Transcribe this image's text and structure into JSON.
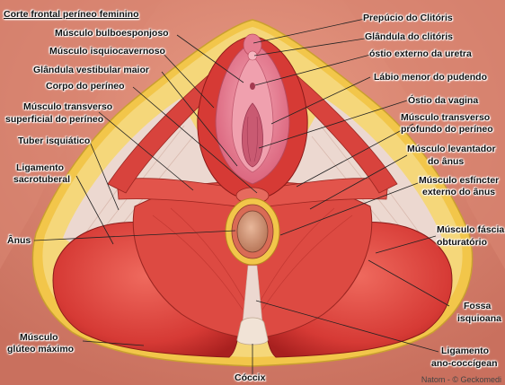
{
  "title": "Corte frontal períneo feminino",
  "credit": "Natom - © Geckomedi",
  "labels": {
    "prepucio": "Prepúcio do Clitóris",
    "glandula_clitoris": "Glândula do clitóris",
    "ostio_uretra": "óstio externo da uretra",
    "labio_menor": "Lábio menor do pudendo",
    "ostio_vagina": "Óstio da vagina",
    "transverso_profundo_1": "Músculo transverso",
    "transverso_profundo_2": "profundo do períneo",
    "levantador_1": "Músculo levantador",
    "levantador_2": "do ânus",
    "esfincter_1": "Músculo esfíncter",
    "esfincter_2": "externo do ânus",
    "fascia_1": "Músculo fáscia",
    "fascia_2": "obturatório",
    "fossa_1": "Fossa",
    "fossa_2": "isquioana",
    "ano_coccigeo_1": "Ligamento",
    "ano_coccigeo_2": "ano-coccígean",
    "coccix": "Cóccix",
    "bulboesponjoso": "Músculo bulboesponjoso",
    "isquiocavernoso": "Músculo isquiocavernoso",
    "vestibular": "Glândula vestibular maior",
    "corpo_perineo": "Corpo do períneo",
    "transverso_superficial_1": "Músculo transverso",
    "transverso_superficial_2": "superficial do períneo",
    "tuber": "Tuber isquiático",
    "sacrotuberal_1": "Ligamento",
    "sacrotuberal_2": "sacrotuberal",
    "anus": "Ânus",
    "gluteo_1": "Músculo",
    "gluteo_2": "glúteo máximo"
  },
  "colors": {
    "background": "#ffffff",
    "skin": "#d9826c",
    "muscle": "#d63a35",
    "fat": "#f2c64a",
    "ligament": "#ecd8d0",
    "mucosa": "#e98496",
    "leader": "#222222"
  }
}
